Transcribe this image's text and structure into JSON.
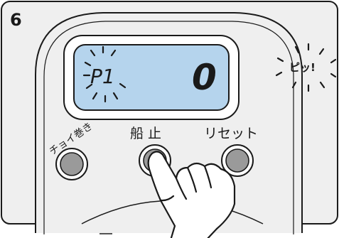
{
  "step": {
    "number": "6"
  },
  "display": {
    "program_label": "P1",
    "value": "0"
  },
  "sound_effect": {
    "text": "ピッ!"
  },
  "buttons": {
    "left_label": "チョイ巻き",
    "center_label": "船 止",
    "right_label": "リセット"
  },
  "colors": {
    "lcd_fill": "#b5d4ed",
    "panel_background": "#efefef",
    "button_fill": "#9a9a9a",
    "outline": "#1a1a1a"
  },
  "icons": {
    "hand": "pointing-hand-icon",
    "flash": "blink-rays-icon"
  }
}
